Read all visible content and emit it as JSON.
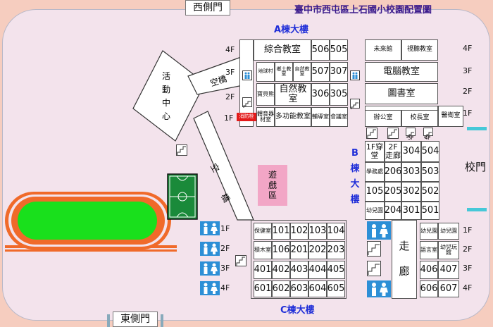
{
  "title": "臺中市西屯區上石國小校園配置圖",
  "gates": {
    "west": "西側門",
    "east": "東側門",
    "main": "校門"
  },
  "buildings": {
    "a": "A棟大樓",
    "b": [
      "B",
      "棟",
      "大",
      "樓"
    ],
    "c": "C棟大樓"
  },
  "activity_center": [
    "活",
    "動",
    "中",
    "心"
  ],
  "bridge_upper": "空橋",
  "bridge_lower": [
    "空",
    "橋"
  ],
  "play_area": [
    "遊",
    "戲",
    "區"
  ],
  "floors": {
    "f4": "4F",
    "f3": "3F",
    "f2": "2F",
    "f1": "1F"
  },
  "a_left": {
    "comprehensive": "綜合教室",
    "r506": "506",
    "r505": "505",
    "earth_village": "地球村",
    "local_classroom": "鄉土教室",
    "nature_classroom_small": "自然教室",
    "r507": "507",
    "r307": "307",
    "treasure": "寶貝熊",
    "nature": "自然教室",
    "r306": "306",
    "r305": "305",
    "sports_store": "體育器材室",
    "fire": "消防栓",
    "multi": "多功能教室",
    "counsel": "輔導室",
    "meeting": "會議室"
  },
  "a_right": {
    "future": "未來館",
    "av": "視聽教室",
    "computer": "電腦教室",
    "library": "圖書室",
    "office": "辦公室",
    "principal": "校長室",
    "nurse": "醫衛室"
  },
  "stair_labels": {
    "s3f": "3F",
    "s4f": "4F"
  },
  "b_block": {
    "hall_1f": "1F穿堂",
    "hall_2f": "2F走廊",
    "r304": "304",
    "r504": "504",
    "study_office": "學務處",
    "r206": "206",
    "r303": "303",
    "r503": "503",
    "r105": "105",
    "r205": "205",
    "r302": "302",
    "r502": "502",
    "kinder": "幼兒園",
    "r204": "204",
    "r301": "301",
    "r501": "501"
  },
  "c_left": {
    "health": "保健室",
    "r101": "101",
    "r102": "102",
    "r103": "103",
    "r104": "104",
    "wood": "積木室",
    "r106": "106",
    "r201": "201",
    "r202": "202",
    "r203": "203",
    "r401": "401",
    "r402": "402",
    "r403": "403",
    "r404": "404",
    "r405": "405",
    "r601": "601",
    "r602": "602",
    "r603": "603",
    "r604": "604",
    "r605": "605"
  },
  "corridor": [
    "走",
    "廊"
  ],
  "c_right": {
    "kinder1": "幼兒園",
    "kinder2": "幼兒園",
    "language": "語言室",
    "toy": "幼兒玩館",
    "r406": "406",
    "r407": "407",
    "r606": "606",
    "r607": "607"
  },
  "colors": {
    "field_green": "#19e01c",
    "track_orange": "#f06a2a",
    "court_green": "#1a8a3a",
    "toilet_blue": "#2d8fd6",
    "play_pink": "#f2a6c6",
    "label_blue": "#1f2ed8"
  }
}
